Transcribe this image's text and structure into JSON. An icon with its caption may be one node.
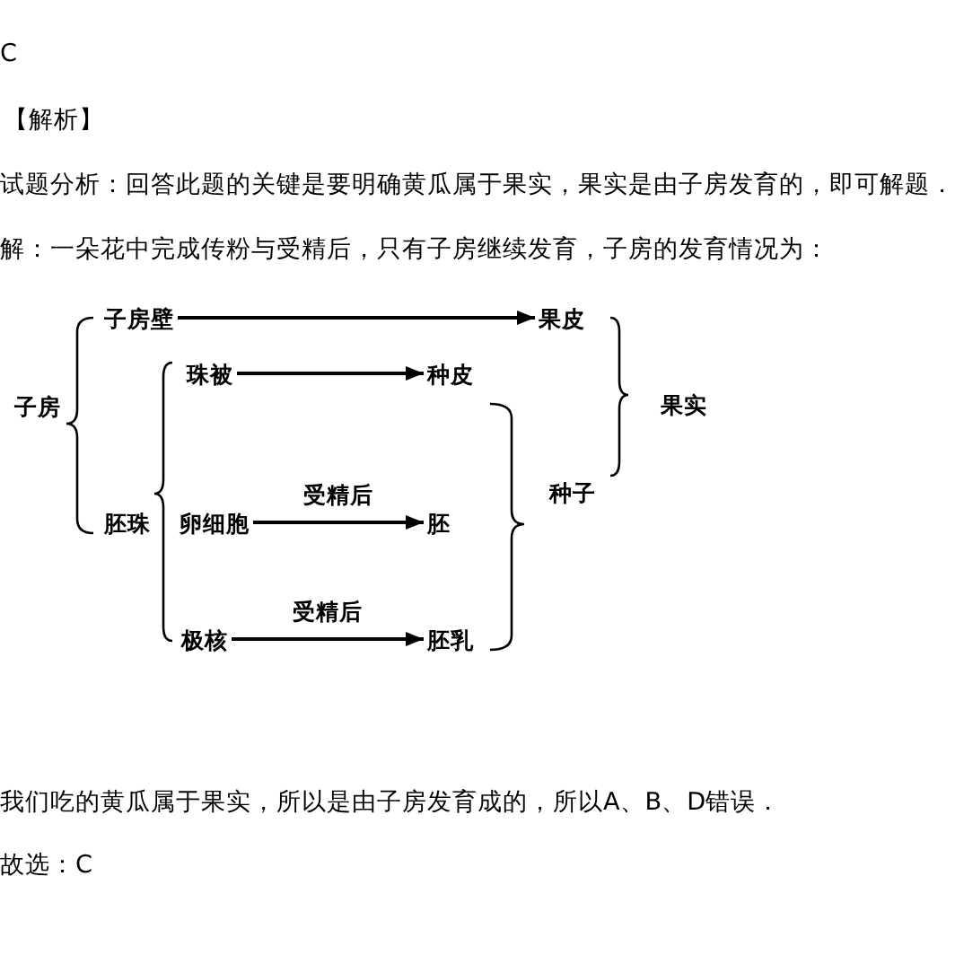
{
  "diagram": {
    "nodes": [
      {
        "text": [
          "子房壁"
        ]
      },
      {
        "text": [
          "果皮"
        ]
      },
      {
        "text": [
          "珠被"
        ]
      },
      {
        "text": [
          "种皮"
        ]
      },
      {
        "text": [
          "子房"
        ]
      },
      {
        "text": [
          "果实"
        ]
      },
      {
        "text": [
          "种子"
        ]
      },
      {
        "text": [
          "胚珠"
        ]
      },
      {
        "text": [
          "卵细胞"
        ]
      },
      {
        "text": [
          "胚"
        ]
      },
      {
        "text": [
          "极核"
        ]
      },
      {
        "text": [
          "胚乳"
        ]
      }
    ],
    "edges": [
      {
        "from": 0,
        "to": 1,
        "arrow": "to"
      },
      {
        "from": 2,
        "to": 3,
        "arrow": "to"
      },
      {
        "from": 8,
        "to": 9,
        "arrow": "to",
        "label": "受精后"
      },
      {
        "from": 10,
        "to": 11,
        "arrow": "to",
        "label": "受精后"
      }
    ],
    "labels": [
      "C",
      "【解析】",
      "试题分析：回答此题的关键是要明确黄瓜属于果实，果实是由子房发育的，即可解题．",
      "解：一朵花中完成传粉与受精后，只有子房继续发育，子房的发育情况为：",
      "我们吃的黄瓜属于果实，所以是由子房发育成的，所以A、B、D错误．",
      "故选：C"
    ]
  }
}
